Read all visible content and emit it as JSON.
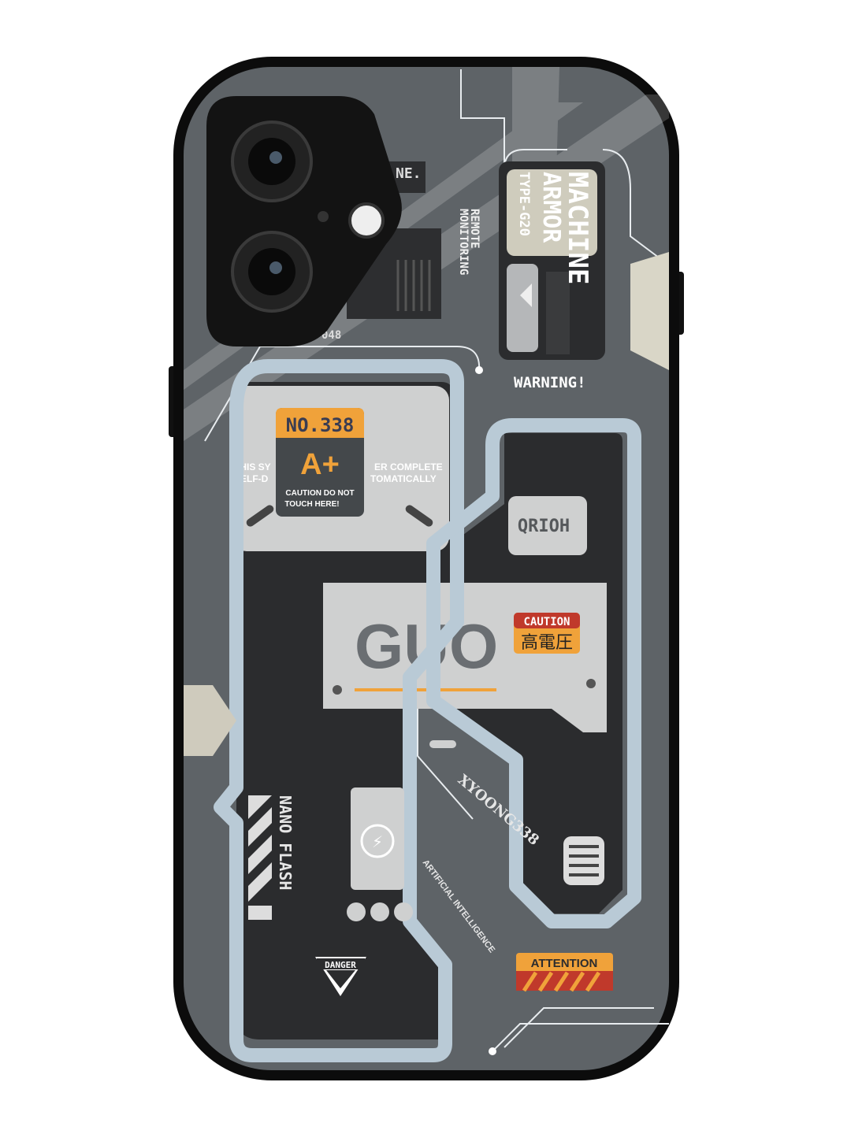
{
  "product": {
    "case_color": "#5e6367",
    "frame_color": "#0c0c0c",
    "accent_light": "#b9cad6",
    "accent_orange": "#f0a23a",
    "accent_red": "#c0392b"
  },
  "labels": {
    "remote_monitoring": [
      "REMOTE",
      "MONITORING"
    ],
    "machine_armor": [
      "MACHINE",
      "ARMOR",
      "TYPE-G20"
    ],
    "warning": "WARNING!",
    "top_fragment": "NE.",
    "code_fragment": "048",
    "badge_number": "NO.338",
    "badge_grade": "A+",
    "badge_caution": [
      "CAUTION DO NOT",
      "TOUCH HERE!"
    ],
    "system_text": [
      "THIS SY",
      "ER COMPLETE",
      "SELF-D",
      "TOMATICALLY"
    ],
    "qrioh": "QRIOH",
    "panel_letters": "GUO",
    "caution_badge": {
      "title": "CAUTION",
      "subtitle": "高電圧"
    },
    "serial": "XYOONG338",
    "ai": "ARTIFICIAL INTELLIGENCE",
    "nano_flash": "NANO FLASH",
    "danger": "DANGER",
    "attention": "ATTENTION"
  }
}
